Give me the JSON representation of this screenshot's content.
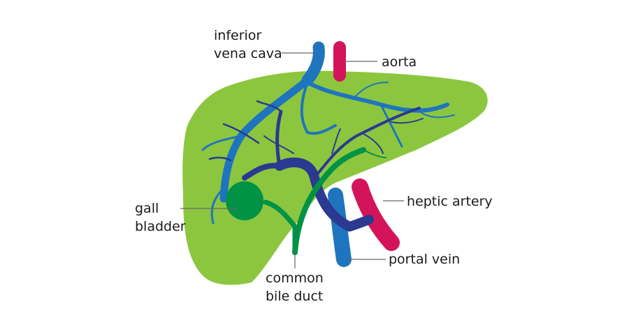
{
  "labels": {
    "ivc_line1": "inferior",
    "ivc_line2": "vena cava",
    "aorta": "aorta",
    "hepatic_artery": "heptic artery",
    "gall_line1": "gall",
    "gall_line2": "bladder",
    "portal_vein": "portal vein",
    "bile_line1": "common",
    "bile_line2": "bile duct"
  },
  "colors": {
    "liver": "#8cc63f",
    "vena_cava": "#1f75bd",
    "portal_vein_branches": "#2b3990",
    "aorta_artery": "#d4145a",
    "gall_bladder_bile": "#009245",
    "leader_lines": "#666666"
  }
}
